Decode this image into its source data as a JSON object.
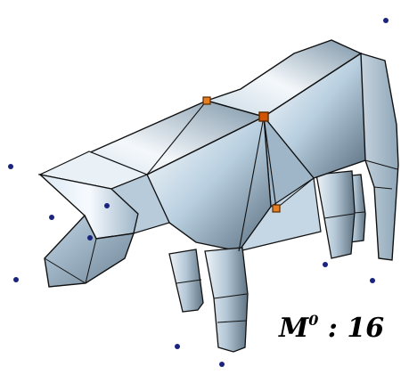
{
  "caption": {
    "letter": "M",
    "superscript": "0",
    "separator": " : ",
    "number": "16"
  },
  "colors": {
    "surface_light": "#e8f1f7",
    "surface_mid": "#a9c3d6",
    "surface_dark": "#5e7384",
    "edge": "#111111",
    "control_point": "#1a237e",
    "anchor_point": "#d35400"
  },
  "icons": {
    "control_point": "blue-dot",
    "anchor_point": "orange-square"
  }
}
